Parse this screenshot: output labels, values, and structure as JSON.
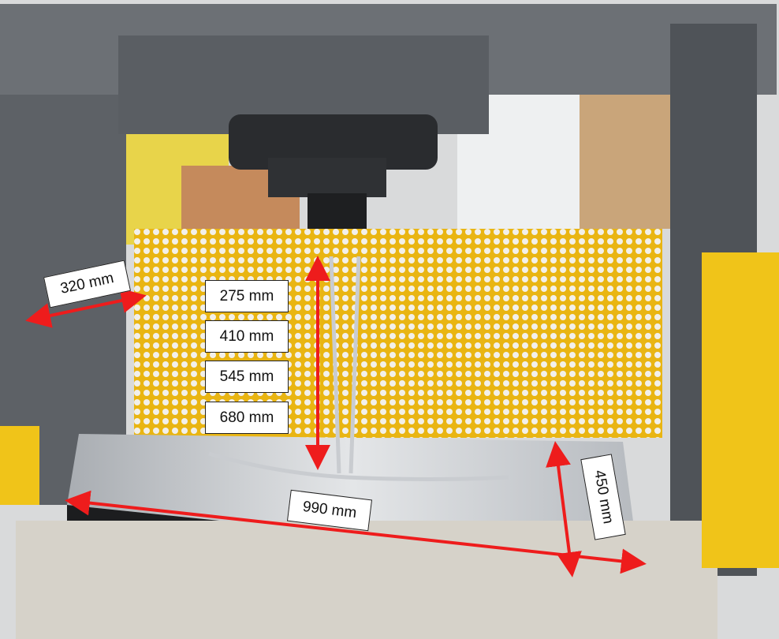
{
  "annotations": {
    "width": "320 mm",
    "height_1": "275 mm",
    "height_2": "410 mm",
    "height_3": "545 mm",
    "height_4": "680 mm",
    "bed_length": "990 mm",
    "bed_depth": "450 mm"
  },
  "colors": {
    "arrow": "#ee1c1c",
    "guard": "#f2c21a",
    "frame": "#6f7378"
  }
}
